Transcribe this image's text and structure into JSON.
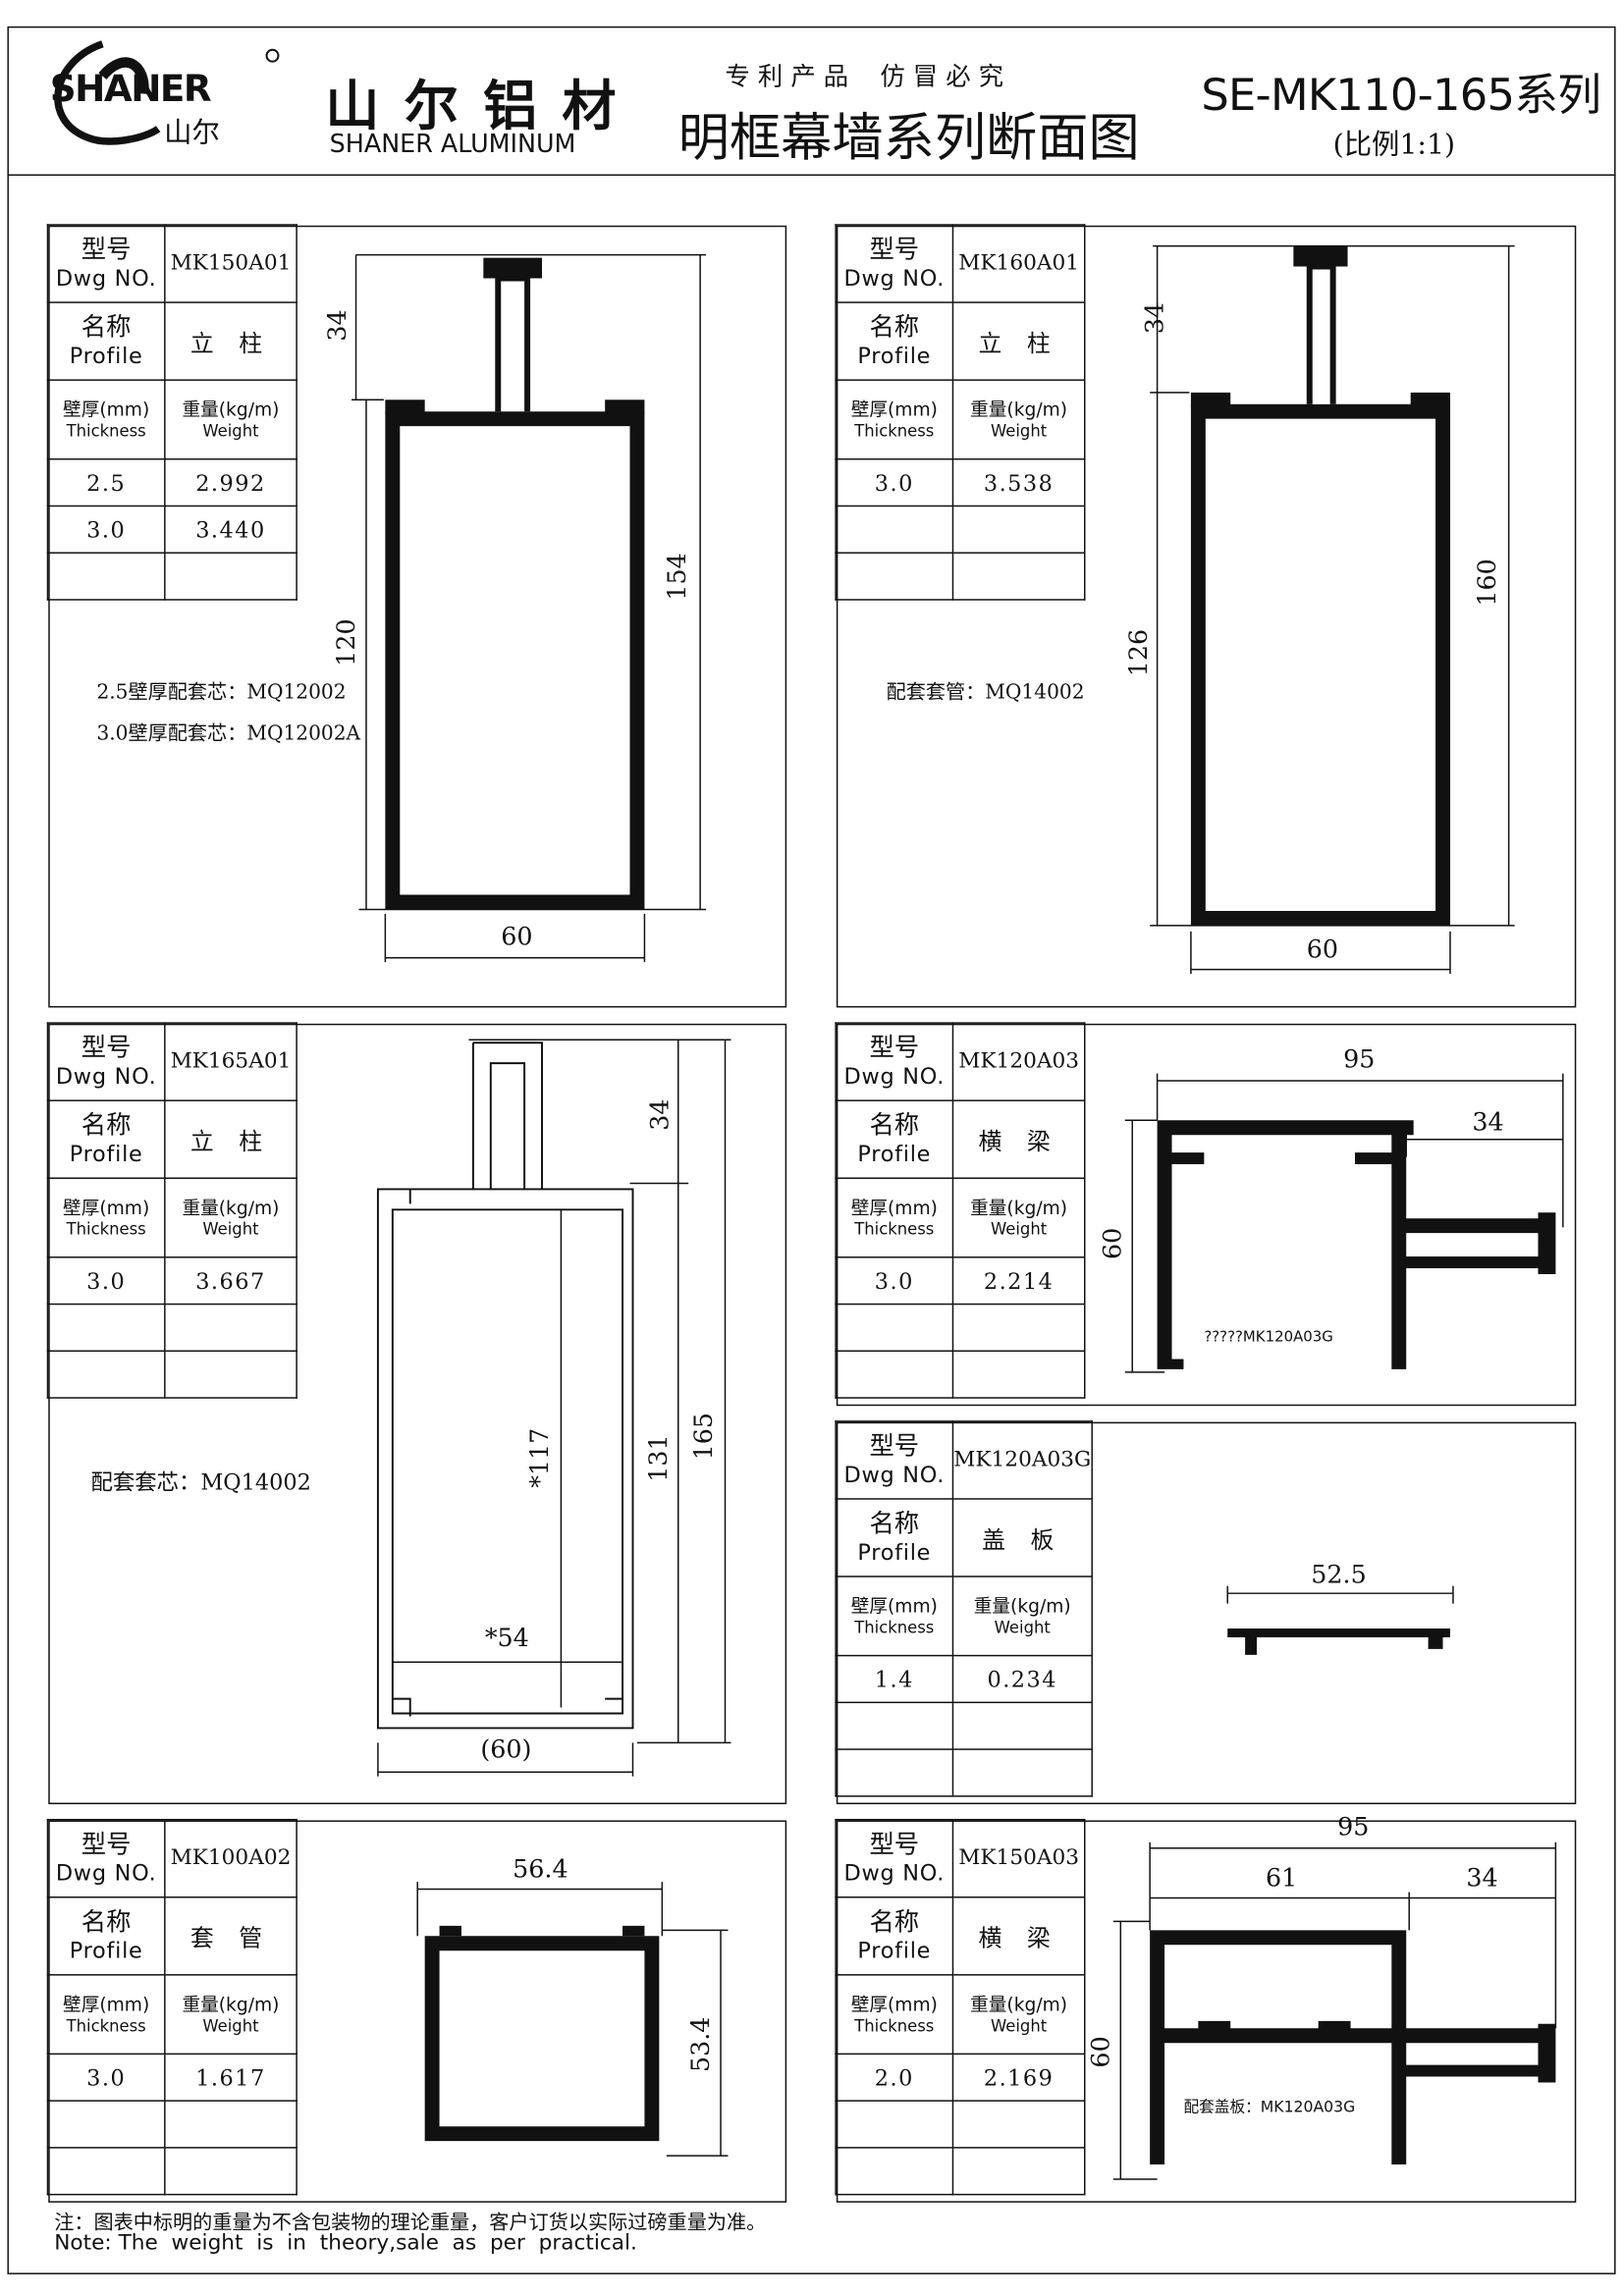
{
  "header": {
    "logo_text": "SHANER",
    "logo_sub": "山尔",
    "company_cn": "山 尔 铝 材",
    "company_en": "SHANER ALUMINUM",
    "slogan": "专 利 产 品    仿 冒 必 究",
    "title": "明框幕墙系列断面图",
    "series": "SE-MK110-165系列",
    "scale": "(比例1:1)"
  },
  "labels": {
    "dwg_cn": "型号",
    "dwg_en": "Dwg NO.",
    "profile_cn": "名称",
    "profile_en": "Profile",
    "thick_cn": "壁厚(mm)",
    "thick_en": "Thickness",
    "weight_cn": "重量(kg/m)",
    "weight_en": "Weight"
  },
  "profiles": [
    {
      "dwg": "MK150A01",
      "name": "立 柱",
      "rows": [
        [
          "2.5",
          "2.992"
        ],
        [
          "3.0",
          "3.440"
        ]
      ],
      "notes": [
        "2.5壁厚配套芯：MQ12002",
        "3.0壁厚配套芯：MQ12002A"
      ],
      "dims": {
        "top": "34",
        "left": "120",
        "height": "154",
        "width": "60"
      }
    },
    {
      "dwg": "MK160A01",
      "name": "立 柱",
      "rows": [
        [
          "3.0",
          "3.538"
        ]
      ],
      "notes": [
        "配套套管：MQ14002"
      ],
      "dims": {
        "top": "34",
        "left": "126",
        "height": "160",
        "width": "60"
      }
    },
    {
      "dwg": "MK165A01",
      "name": "立 柱",
      "rows": [
        [
          "3.0",
          "3.667"
        ]
      ],
      "notes": [
        "配套套芯：MQ14002"
      ],
      "dims": {
        "top": "34",
        "mid": "131",
        "height": "165",
        "inner_h": "*117",
        "inner_w": "*54",
        "width": "(60)"
      }
    },
    {
      "dwg": "MK120A03",
      "name": "横 梁",
      "rows": [
        [
          "3.0",
          "2.214"
        ]
      ],
      "notes": [
        "?????MK120A03G"
      ],
      "dims": {
        "width": "95",
        "arm": "34",
        "height": "60"
      }
    },
    {
      "dwg": "MK120A03G",
      "name": "盖 板",
      "rows": [
        [
          "1.4",
          "0.234"
        ]
      ],
      "dims": {
        "width": "52.5"
      }
    },
    {
      "dwg": "MK100A02",
      "name": "套 管",
      "rows": [
        [
          "3.0",
          "1.617"
        ]
      ],
      "dims": {
        "width": "56.4",
        "height": "53.4"
      }
    },
    {
      "dwg": "MK150A03",
      "name": "横 梁",
      "rows": [
        [
          "2.0",
          "2.169"
        ]
      ],
      "notes": [
        "配套盖板：MK120A03G"
      ],
      "dims": {
        "total": "95",
        "body": "61",
        "arm": "34",
        "height": "60"
      }
    }
  ],
  "footer": {
    "note_cn": "注：图表中标明的重量为不含包装物的理论重量，客户订货以实际过磅重量为准。",
    "note_en": "Note: The  weight  is  in  theory,sale  as  per  practical."
  }
}
